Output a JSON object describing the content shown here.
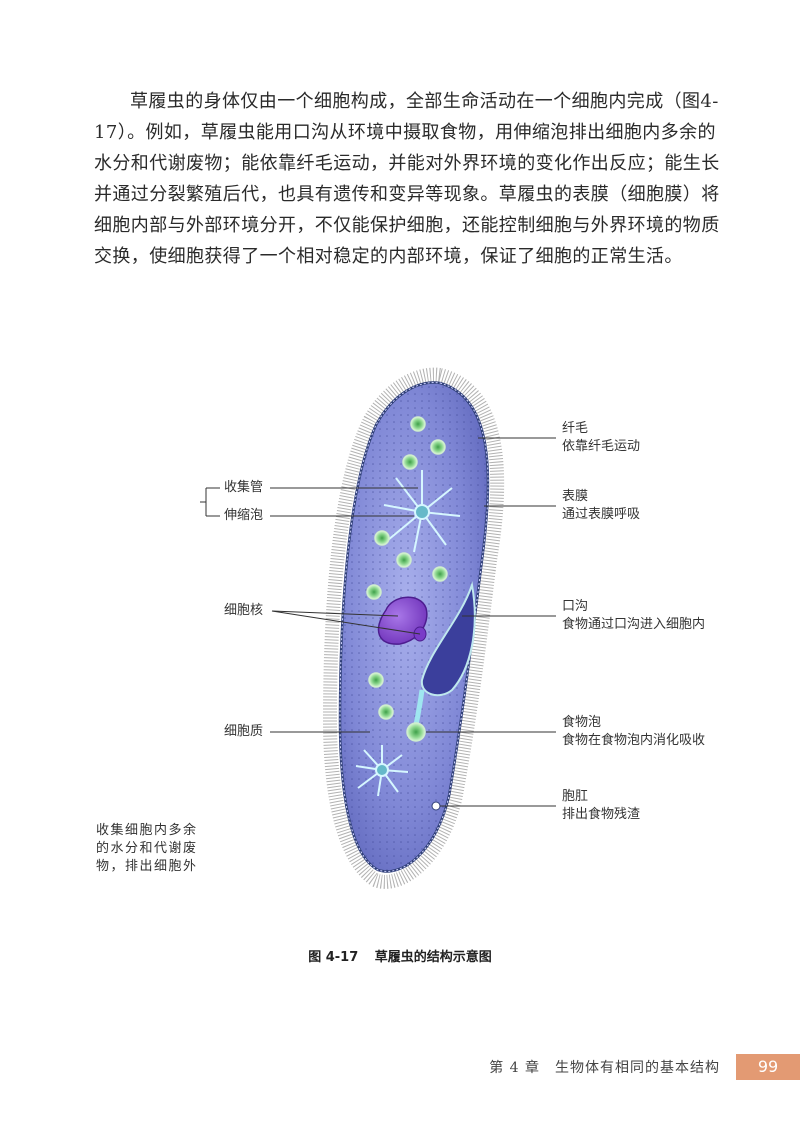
{
  "body_text": "草履虫的身体仅由一个细胞构成，全部生命活动在一个细胞内完成（图4-17）。例如，草履虫能用口沟从环境中摄取食物，用伸缩泡排出细胞内多余的水分和代谢废物；能依靠纤毛运动，并能对外界环境的变化作出反应；能生长并通过分裂繁殖后代，也具有遗传和变异等现象。草履虫的表膜（细胞膜）将细胞内部与外部环境分开，不仅能保护细胞，还能控制细胞与外界环境的物质交换，使细胞获得了一个相对稳定的内部环境，保证了细胞的正常生活。",
  "figure": {
    "left_note": "收集细胞内多余的水分和代谢废物，排出细胞外",
    "labels_left": {
      "collecting_tube": "收集管",
      "contractile_vacuole": "伸缩泡",
      "nucleus": "细胞核",
      "cytoplasm": "细胞质"
    },
    "labels_right": {
      "cilia": "纤毛",
      "cilia_desc": "依靠纤毛运动",
      "membrane": "表膜",
      "membrane_desc": "通过表膜呼吸",
      "oral_groove": "口沟",
      "oral_groove_desc": "食物通过口沟进入细胞内",
      "food_vacuole": "食物泡",
      "food_vacuole_desc": "食物在食物泡内消化吸收",
      "anal_pore": "胞肛",
      "anal_pore_desc": "排出食物残渣"
    },
    "caption_number": "图 4-17",
    "caption_title": "草履虫的结构示意图",
    "colors": {
      "cell_body": "#7f86d8",
      "cell_outline": "#2f3f78",
      "nucleus": "#7b3fc6",
      "food_vacuole": "#3fb24a",
      "contractile_vacuole": "#9fe6f0"
    }
  },
  "footer": {
    "chapter": "第 4 章　生物体有相同的基本结构",
    "page_number": "99"
  }
}
